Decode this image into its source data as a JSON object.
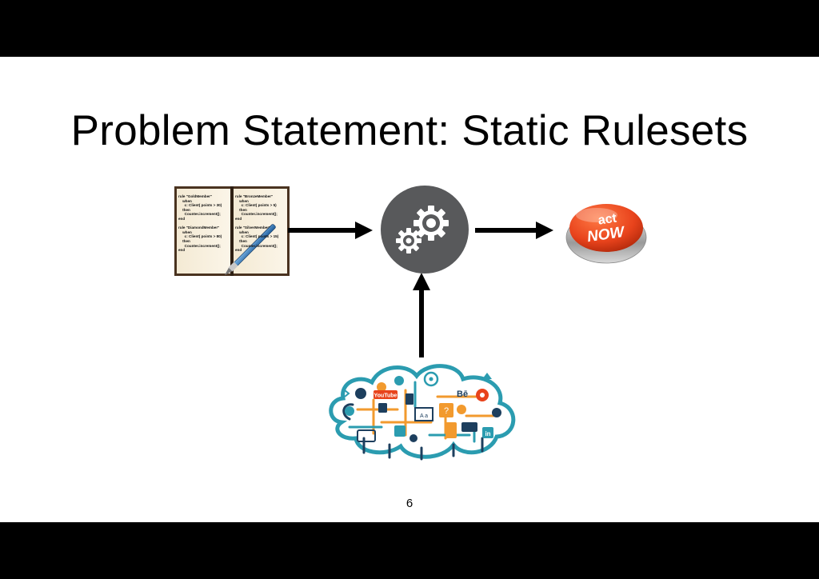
{
  "title": "Problem Statement: Static Rulesets",
  "page_number": "6",
  "rules_book": {
    "left_page": "rule \"GoldMember\"\n    when\n      c: Client( points > 30)\n    then\n      Counter.increment();\nend\n\nrule \"DiamondMember\"\n    when\n      c: Client( points > 80)\n    then\n      Counter.increment();\nend",
    "right_page": "rule \"BronzeMember\"\n    when\n      c: Client( points > 5)\n    then\n      Counter.increment();\nend\n\nrule \"SilverMember\"\n    when\n      c: Client( points > 15)\n    then\n      Counter.increment();\nend"
  },
  "act_button": {
    "line1": "act",
    "line2": "NOW"
  },
  "cloud_labels": {
    "youtube": "YouTube",
    "behance": "Bē",
    "linkedin": "in",
    "font": "A a"
  },
  "colors": {
    "gear_circle": "#58595b",
    "button_red": "#e8431c",
    "cloud_teal": "#2b9cb0",
    "cloud_orange": "#f29a2e",
    "cloud_navy": "#1d3f5e"
  },
  "icons": [
    "notebook-pen-icon",
    "gears-icon",
    "act-now-button-icon",
    "social-cloud-icon"
  ]
}
